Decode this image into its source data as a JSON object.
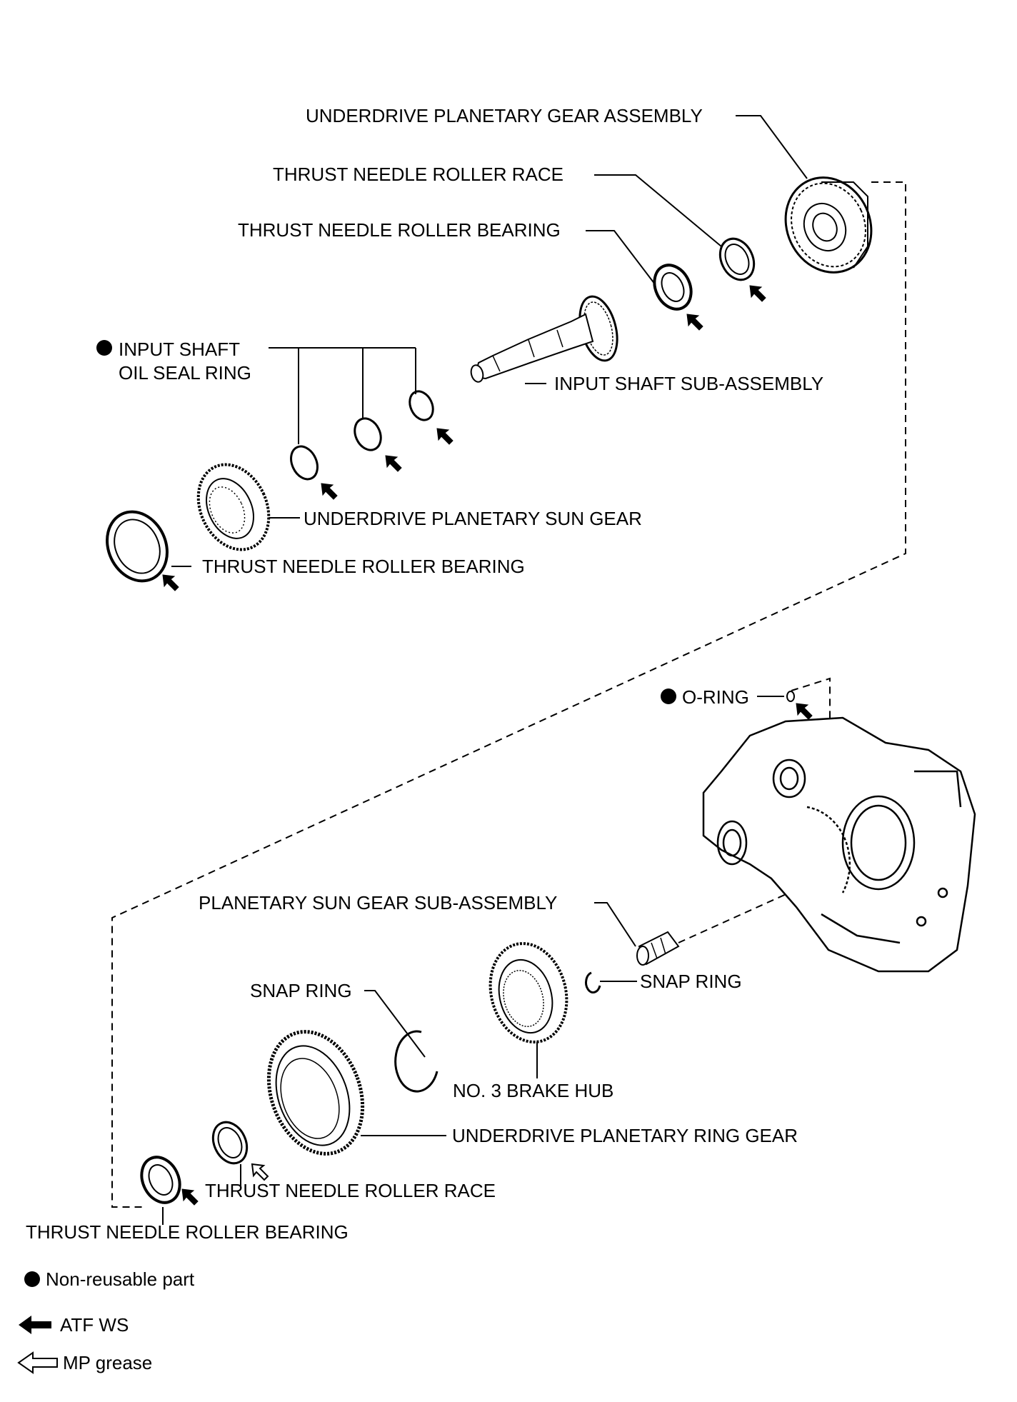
{
  "labels": {
    "ud_planetary_gear_assembly": "UNDERDRIVE PLANETARY GEAR ASSEMBLY",
    "thrust_race_top": "THRUST NEEDLE ROLLER RACE",
    "thrust_bearing_top": "THRUST NEEDLE ROLLER BEARING",
    "input_shaft_seal_line1": "INPUT SHAFT",
    "input_shaft_seal_line2": "OIL SEAL RING",
    "input_shaft_subassembly": "INPUT SHAFT SUB-ASSEMBLY",
    "ud_sun_gear": "UNDERDRIVE PLANETARY SUN GEAR",
    "thrust_bearing_mid": "THRUST NEEDLE ROLLER BEARING",
    "o_ring": "O-RING",
    "planetary_sun_gear_subassembly": "PLANETARY SUN GEAR SUB-ASSEMBLY",
    "snap_ring_right": "SNAP RING",
    "snap_ring_left": "SNAP RING",
    "no3_brake_hub": "NO. 3 BRAKE HUB",
    "ud_ring_gear": "UNDERDRIVE PLANETARY RING GEAR",
    "thrust_race_bottom": "THRUST NEEDLE ROLLER RACE",
    "thrust_bearing_bottom": "THRUST NEEDLE ROLLER BEARING"
  },
  "legend": {
    "non_reusable": "Non-reusable part",
    "atf_ws": "ATF WS",
    "mp_grease": "MP grease"
  }
}
